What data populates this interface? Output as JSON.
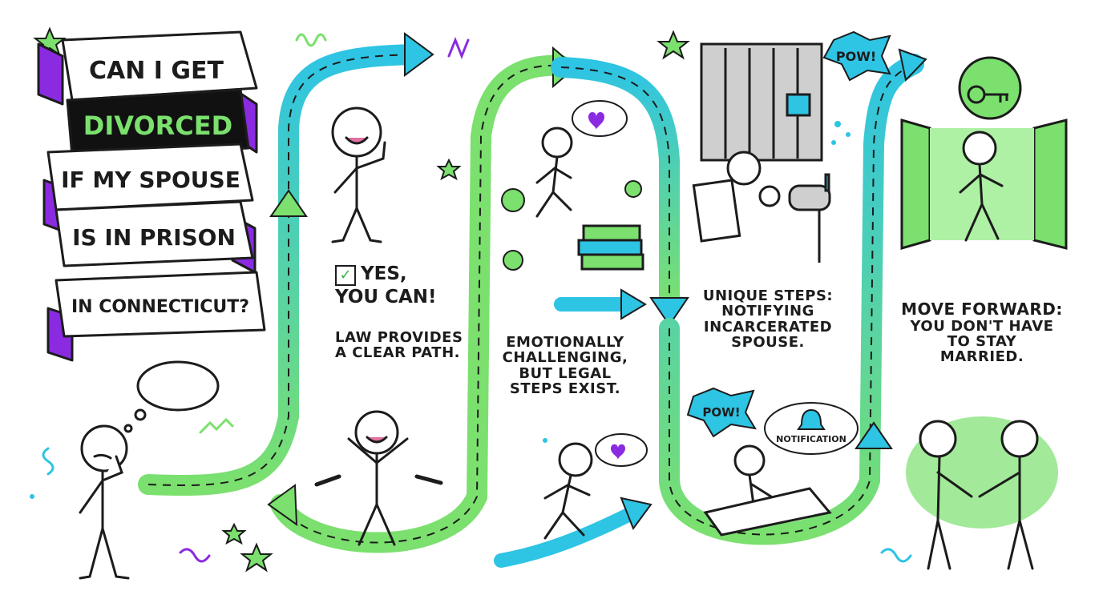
{
  "title": {
    "line1": "CAN I GET",
    "line2": "DIVORCED",
    "line3": "IF MY SPOUSE",
    "line4": "IS IN PRISON",
    "line5": "IN CONNECTICUT?"
  },
  "steps": {
    "yes_head1": "YES,",
    "yes_head2": "YOU CAN!",
    "yes_body1": "LAW PROVIDES",
    "yes_body2": "A CLEAR PATH.",
    "emo1": "EMOTIONALLY",
    "emo2": "CHALLENGING,",
    "emo3": "BUT LEGAL",
    "emo4": "STEPS EXIST.",
    "unique1": "UNIQUE STEPS:",
    "unique2": "NOTIFYING",
    "unique3": "INCARCERATED",
    "unique4": "SPOUSE.",
    "move1": "MOVE FORWARD:",
    "move2": "YOU DON'T HAVE",
    "move3": "TO STAY",
    "move4": "MARRIED."
  },
  "labels": {
    "pow_top": "POW!",
    "pow_mid": "POW!",
    "notification": "NOTIFICATION"
  },
  "colors": {
    "green": "#7be06e",
    "cyan": "#2ec4e4",
    "purple": "#8a2be2",
    "black_label": "#111111",
    "ink": "#1c1c1c"
  }
}
